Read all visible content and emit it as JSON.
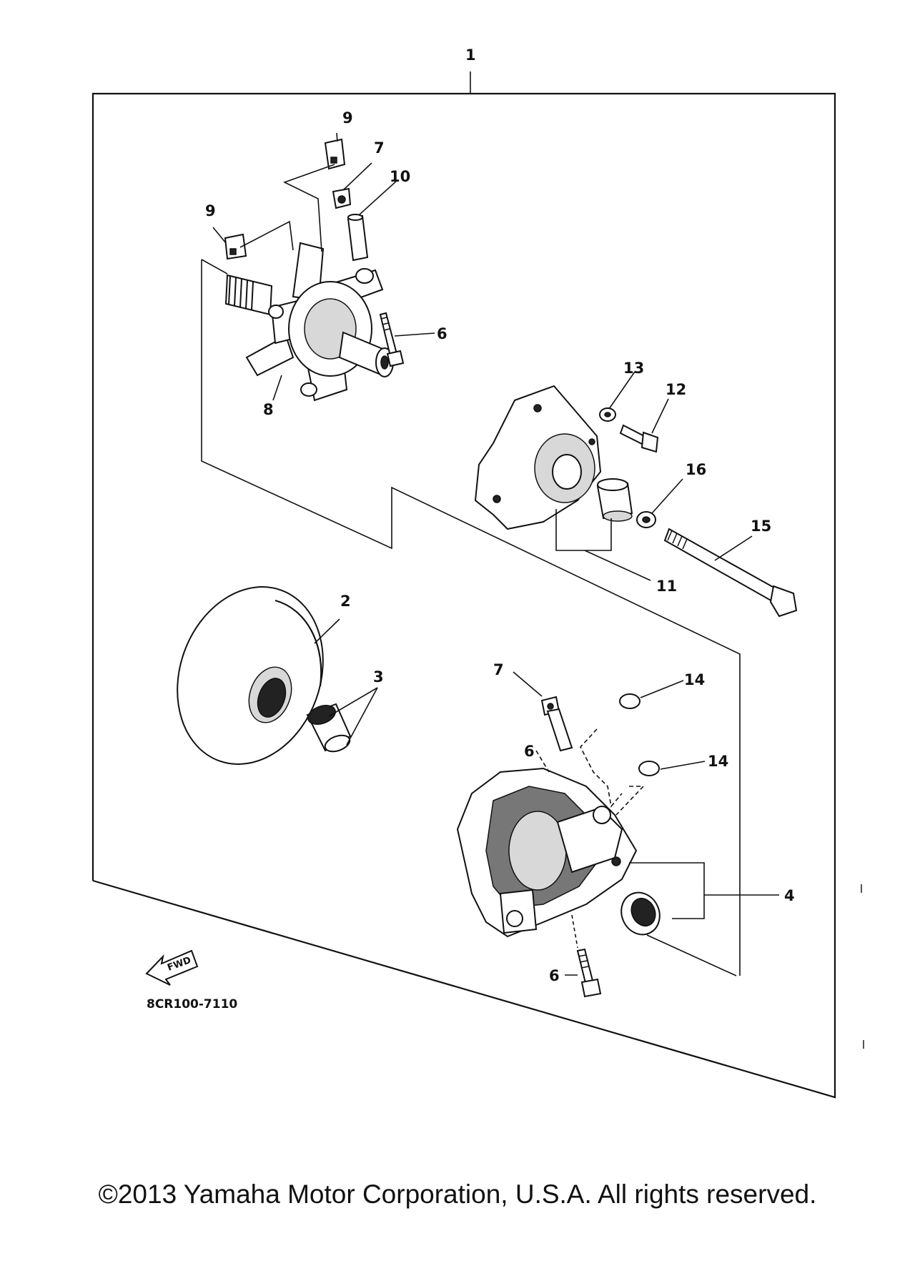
{
  "diagram": {
    "callouts": {
      "c1": "1",
      "c2": "2",
      "c3": "3",
      "c4": "4",
      "c6a": "6",
      "c6b": "6",
      "c6c": "6",
      "c7a": "7",
      "c7b": "7",
      "c8": "8",
      "c9a": "9",
      "c9b": "9",
      "c10": "10",
      "c11": "11",
      "c12": "12",
      "c13": "13",
      "c14a": "14",
      "c14b": "14",
      "c15": "15",
      "c16": "16"
    },
    "fwd_label": "FWD",
    "part_code": "8CR100-7110"
  },
  "footer": {
    "copyright": "©2013 Yamaha Motor Corporation, U.S.A. All rights reserved."
  }
}
